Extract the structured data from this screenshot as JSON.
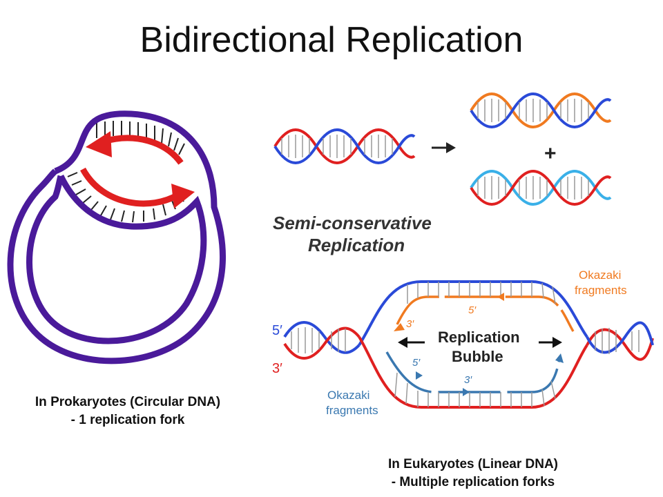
{
  "title": "Bidirectional Replication",
  "semi_conservative": {
    "line1": "Semi-conservative",
    "line2": "Replication",
    "plus": "+"
  },
  "bubble": {
    "line1": "Replication",
    "line2": "Bubble",
    "okazaki_top_1": "Okazaki",
    "okazaki_top_2": "fragments",
    "okazaki_bottom_1": "Okazaki",
    "okazaki_bottom_2": "fragments",
    "label_5_left": "5′",
    "label_3_left": "3′",
    "label_5_inner_top": "5′",
    "label_3_inner_top": "3′",
    "label_5_inner_bottom": "5′",
    "label_3_inner_bottom": "3′"
  },
  "caption_prokaryote": {
    "line1": "In Prokaryotes (Circular DNA)",
    "line2": "- 1 replication fork"
  },
  "caption_eukaryote": {
    "line1": "In Eukaryotes (Linear DNA)",
    "line2": "- Multiple replication forks"
  },
  "colors": {
    "purple": "#4a1a9a",
    "red": "#e02020",
    "blue": "#2a4ad8",
    "orange": "#f07a20",
    "lightblue": "#3ab0e8",
    "steelblue": "#3a78b0"
  }
}
